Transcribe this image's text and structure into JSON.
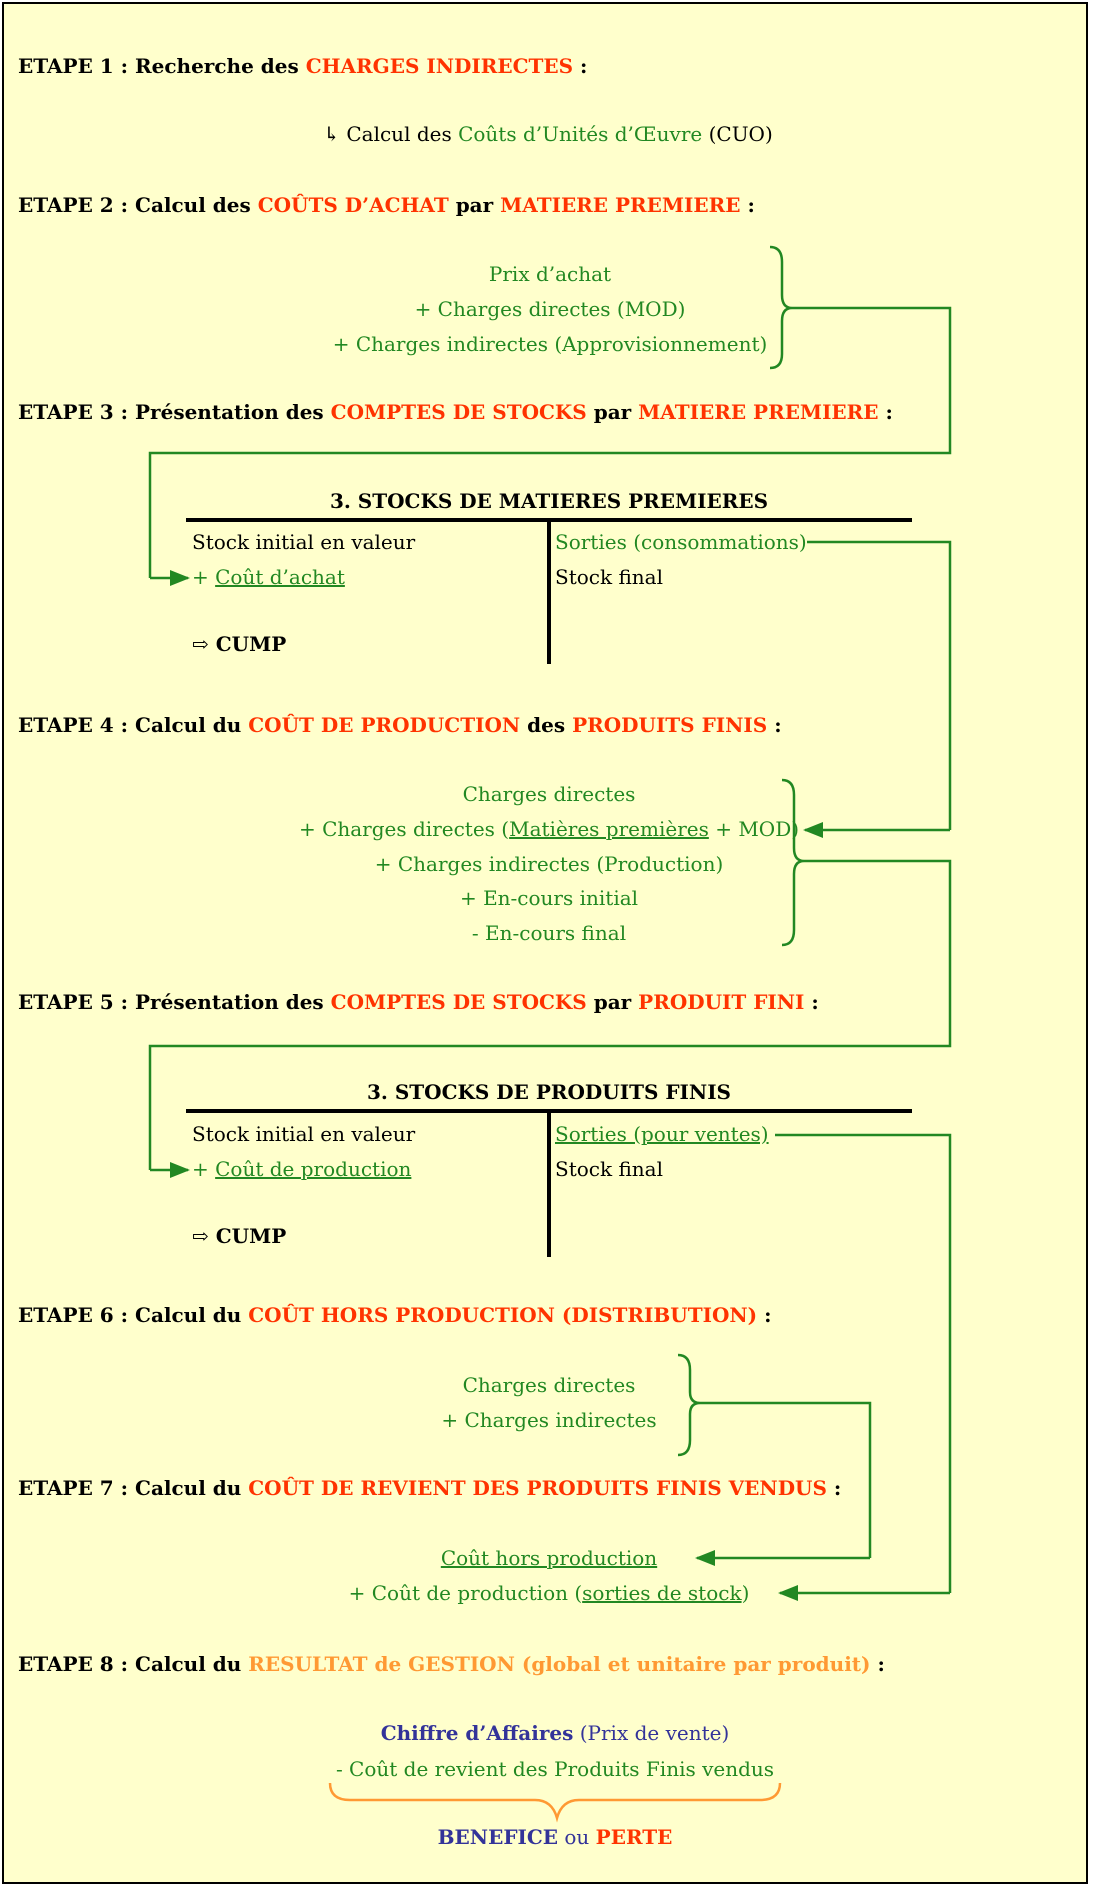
{
  "steps": {
    "s1": {
      "prefix": "ETAPE 1 : Recherche des ",
      "h1": "CHARGES INDIRECTES",
      "suffix": " :"
    },
    "s2": {
      "prefix": "ETAPE 2 : Calcul des ",
      "h1": "COÛTS D’ACHAT",
      "mid": " par ",
      "h2": "MATIERE PREMIERE",
      "suffix": " :"
    },
    "s3": {
      "prefix": "ETAPE 3 : Présentation des ",
      "h1": "COMPTES DE STOCKS",
      "mid": " par ",
      "h2": "MATIERE PREMIERE",
      "suffix": " :"
    },
    "s4": {
      "prefix": "ETAPE 4 : Calcul du ",
      "h1": "COÛT DE PRODUCTION",
      "mid": " des ",
      "h2": "PRODUITS FINIS",
      "suffix": " :"
    },
    "s5": {
      "prefix": "ETAPE 5 : Présentation des ",
      "h1": "COMPTES DE STOCKS",
      "mid": " par ",
      "h2": "PRODUIT FINI",
      "suffix": " :"
    },
    "s6": {
      "prefix": "ETAPE 6 : Calcul du ",
      "h1": "COÛT HORS PRODUCTION (DISTRIBUTION)",
      "suffix": " :"
    },
    "s7": {
      "prefix": "ETAPE 7 : Calcul du ",
      "h1": "COÛT DE REVIENT DES PRODUITS FINIS VENDUS",
      "suffix": " :"
    },
    "s8": {
      "prefix": "ETAPE 8 : Calcul du ",
      "h1": "RESULTAT de GESTION",
      "h2": " (global et unitaire par produit)",
      "suffix": " :"
    }
  },
  "step1_detail": {
    "arrow": "↳",
    "pre": " Calcul des ",
    "green": "Coûts d’Unités d’Œuvre",
    "post": " (CUO)"
  },
  "step2_lines": [
    "Prix d’achat",
    "+ Charges directes (MOD)",
    "+ Charges indirectes (Approvisionnement)"
  ],
  "stock_mp": {
    "title": "3. STOCKS DE MATIERES PREMIERES",
    "left1": "Stock initial en valeur",
    "left2_plus": "+ ",
    "left2_link": "Coût d’achat",
    "cump": "⇨ CUMP",
    "right1": "Sorties (consommations)",
    "right2": "Stock final"
  },
  "step4_lines": {
    "l1": "Charges directes",
    "l2_pre": "+ Charges directes (",
    "l2_u": "Matières premières",
    "l2_post": " + MOD)",
    "l3": "+ Charges indirectes (Production)",
    "l4": "+ En-cours initial",
    "l5": "- En-cours final"
  },
  "stock_pf": {
    "title": "3. STOCKS DE PRODUITS FINIS",
    "left1": "Stock initial en valeur",
    "left2_plus": "+ ",
    "left2_link": "Coût de production",
    "cump": "⇨ CUMP",
    "right1": "Sorties (pour ventes)",
    "right2": "Stock final"
  },
  "step6_lines": [
    "Charges directes",
    "+ Charges indirectes"
  ],
  "step7_lines": {
    "l1": "Coût hors production",
    "l2_pre": "+ Coût de production (",
    "l2_u": "sorties de stock",
    "l2_post": ")"
  },
  "step8_lines": {
    "ca_bold": "Chiffre d’Affaires",
    "ca_rest": " (Prix de vente)",
    "l2": "- Coût de revient des Produits Finis vendus",
    "benefice": "BENEFICE",
    "ou": " ou ",
    "perte": "PERTE"
  },
  "colors": {
    "heading_red": "#ff3300",
    "heading_orange": "#ff9933",
    "green": "#228822",
    "blue": "#333399",
    "background": "#ffffcc"
  }
}
